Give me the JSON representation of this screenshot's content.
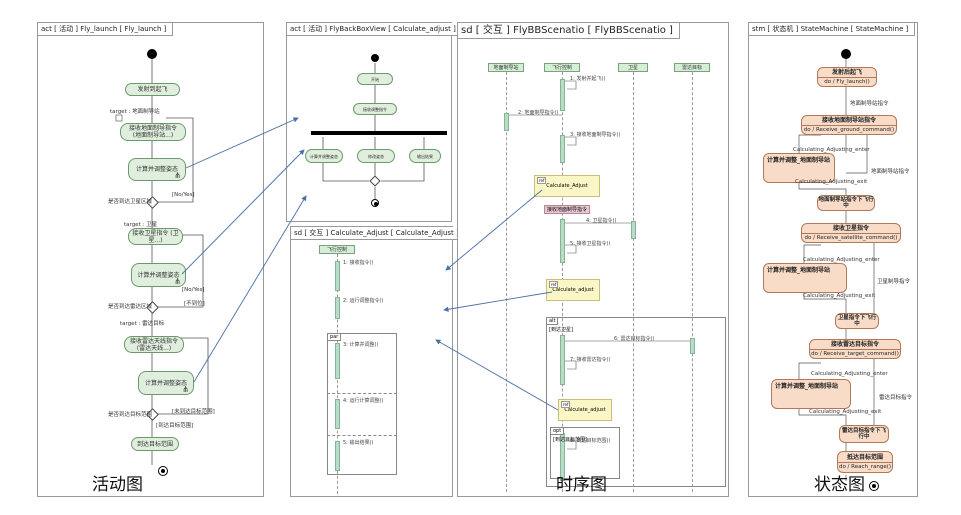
{
  "panels": {
    "act": {
      "tag": "act [ 活动 ] Fly_launch [ Fly_launch ]"
    },
    "act2": {
      "tag": "act [ 活动 ] FlyBackBoxView [ Calculate_adjust ]"
    },
    "sd_small": {
      "tag": "sd [ 交互 ] Calculate_Adjust [ Calculate_Adjust ]"
    },
    "sd_big": {
      "tag": "sd [ 交互 ] FlyBBScenatio [ FlyBBScenatio ]"
    },
    "stm": {
      "tag": "stm [ 状态机 ] StateMachine [ StateMachine ]"
    }
  },
  "activity": {
    "nodes": [
      "发射到起飞",
      "接收地面制导指令\n(地面制导站...)",
      "计算并调整姿态",
      "接收卫星指令\n(卫星...)",
      "计算并调整姿态",
      "接收雷达天线指令\n(雷达天线...)",
      "计算并调整姿态",
      "到达目标范围"
    ],
    "labels": [
      "target : 地面制导站",
      "[No/Yes]",
      "是否到达卫星区域",
      "target : 卫星",
      "[No/Yes]",
      "[不到位]",
      "是否到达雷达区域",
      "target : 雷达目标",
      "[未到达目标范围]",
      "是否到达目标范围",
      "[到达目标范围]"
    ]
  },
  "activity2": {
    "nodes": [
      "开始",
      "接收调整指令",
      "计算并调整姿态",
      "修改姿态",
      "输出结果"
    ]
  },
  "sd_small": {
    "lifeline": "飞行控制",
    "msgs": [
      "1: 接收指令()",
      "2: 运行调整指令()",
      "3: 计算并调整()",
      "4: 运行计算调整()",
      "5: 输出结果()"
    ],
    "frag": "par"
  },
  "sd_big": {
    "lifelines": [
      "地面制导站",
      "飞行控制",
      "卫星",
      "雷达目标"
    ],
    "msgs": [
      "1: 发射并起飞()",
      "2: 地面制导指令()",
      "3: 接收地面制导指令()",
      "4: 卫星指令()",
      "5: 接收卫星指令()",
      "6: 雷达目标指令()",
      "7: 接收雷达指令()",
      "8: 到达目标范围()"
    ],
    "notes": [
      "Calculate_Adjust",
      "Calculate_adjust",
      "Calculate_adjust"
    ],
    "banner": "接收地面制导指令",
    "frag1": "alt",
    "frag1_guard": "[到达卫星]",
    "frag2": "opt",
    "frag2_guard": "[到达目标范围]"
  },
  "stm": {
    "s1_title": "发射后起飞",
    "s1_do": "do / Fly_launch()",
    "t1": "地面制导站指令",
    "s2_title": "接收地面制导站指令",
    "s2_do": "do / Receive_ground_command()",
    "enter1": "Calculating_Adjusting_enter",
    "sub1": "计算并调整_地面制导站",
    "exit1": "Calculating_Adjusting_exit",
    "t2": "地面制导站指令",
    "s3_title": "地面制导站指令下飞行中",
    "s4_title": "接收卫星指令",
    "s4_do": "do / Receive_satellite_command()",
    "enter2": "Calculating_Adjusting_enter",
    "sub2": "计算并调整_地面制导站",
    "exit2": "Calculating_Adjusting_exit",
    "t3": "卫星制导指令",
    "s5_title": "卫星指令下飞行中",
    "s6_title": "接收雷达目标指令",
    "s6_do": "do / Receive_target_command()",
    "enter3": "Calculating_Adjusting_enter",
    "sub3": "计算并调整_地面制导站",
    "exit3": "Calculating_Adjusting_exit",
    "t4": "雷达目标指令",
    "s7_title": "雷达目标指令下飞行中",
    "s8_title": "抵达目标范围",
    "s8_do": "do / Reach_range()"
  },
  "captions": {
    "activity": "活动图",
    "sequence": "时序图",
    "state": "状态图"
  },
  "colors": {
    "activity_fill": "#dfeedd",
    "state_fill": "#f8dcc8",
    "arrow": "#4b6fa8",
    "note_fill": "#fbf6c6"
  }
}
